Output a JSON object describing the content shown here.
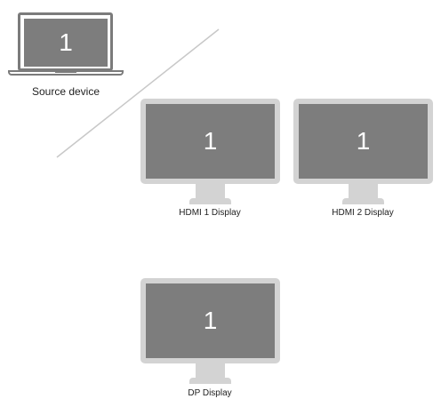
{
  "source": {
    "screen_number": "1",
    "caption": "Source device"
  },
  "displays": [
    {
      "screen_number": "1",
      "caption": "HDMI 1 Display"
    },
    {
      "screen_number": "1",
      "caption": "HDMI 2 Display"
    },
    {
      "screen_number": "1",
      "caption": "DP Display"
    }
  ],
  "colors": {
    "screen": "#7d7d7d",
    "bezel": "#d3d3d3",
    "laptop_outline": "#7b7b7b",
    "divider": "#c8c8c8"
  }
}
